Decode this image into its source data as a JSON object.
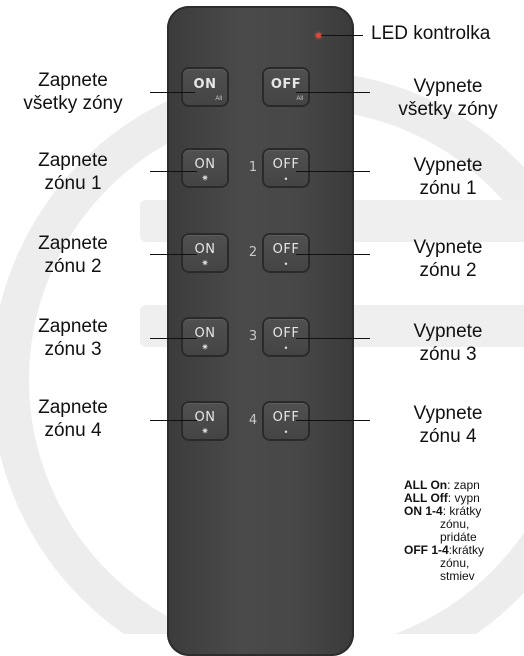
{
  "led_label": "LED kontrolka",
  "left_labels": [
    "Zapnete\nvšetky zóny",
    "Zapnete\nzónu 1",
    "Zapnete\nzónu 2",
    "Zapnete\nzónu 3",
    "Zapnete\nzónu 4"
  ],
  "right_labels": [
    "Vypnete\nvšetky zóny",
    "Vypnete\nzónu 1",
    "Vypnete\nzónu 2",
    "Vypnete\nzónu 3",
    "Vypnete\nzónu 4"
  ],
  "buttons": {
    "all_on": {
      "label": "ON",
      "sub": "All"
    },
    "all_off": {
      "label": "OFF",
      "sub": "All"
    },
    "on": "ON",
    "off": "OFF",
    "zones": [
      "1",
      "2",
      "3",
      "4"
    ]
  },
  "notes": [
    {
      "key": "ALL On",
      "text": ": zapn"
    },
    {
      "key": "ALL Off",
      "text": ": vypn"
    },
    {
      "key": "ON 1-4",
      "text": ": krátky"
    },
    {
      "key": "",
      "text": "zónu,"
    },
    {
      "key": "",
      "text": "pridáte"
    },
    {
      "key": "OFF 1-4",
      "text": ":krátky"
    },
    {
      "key": "",
      "text": "zónu,"
    },
    {
      "key": "",
      "text": "stmiev"
    }
  ],
  "colors": {
    "remote": "#444444",
    "led": "#e2453a",
    "watermark": "#ececec"
  }
}
